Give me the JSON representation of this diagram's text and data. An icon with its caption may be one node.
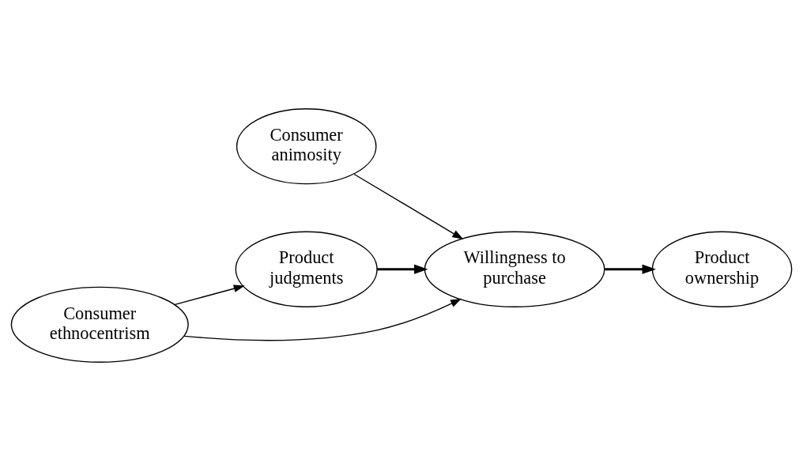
{
  "diagram": {
    "nodes": [
      {
        "text": [
          "Consumer animosity"
        ]
      },
      {
        "text": [
          "Product judgments"
        ]
      },
      {
        "text": [
          "Willingness to purchase"
        ]
      },
      {
        "text": [
          "Product ownership"
        ]
      },
      {
        "text": [
          "Consumer ethnocentrism"
        ]
      }
    ],
    "edges": [
      {
        "from": 0,
        "to": 2,
        "arrow": "to"
      },
      {
        "from": 1,
        "to": 2,
        "arrow": "to",
        "style": "thick"
      },
      {
        "from": 2,
        "to": 3,
        "arrow": "to",
        "style": "thick"
      },
      {
        "from": 4,
        "to": 1,
        "arrow": "to"
      },
      {
        "from": 4,
        "to": 2,
        "arrow": "to"
      }
    ]
  }
}
